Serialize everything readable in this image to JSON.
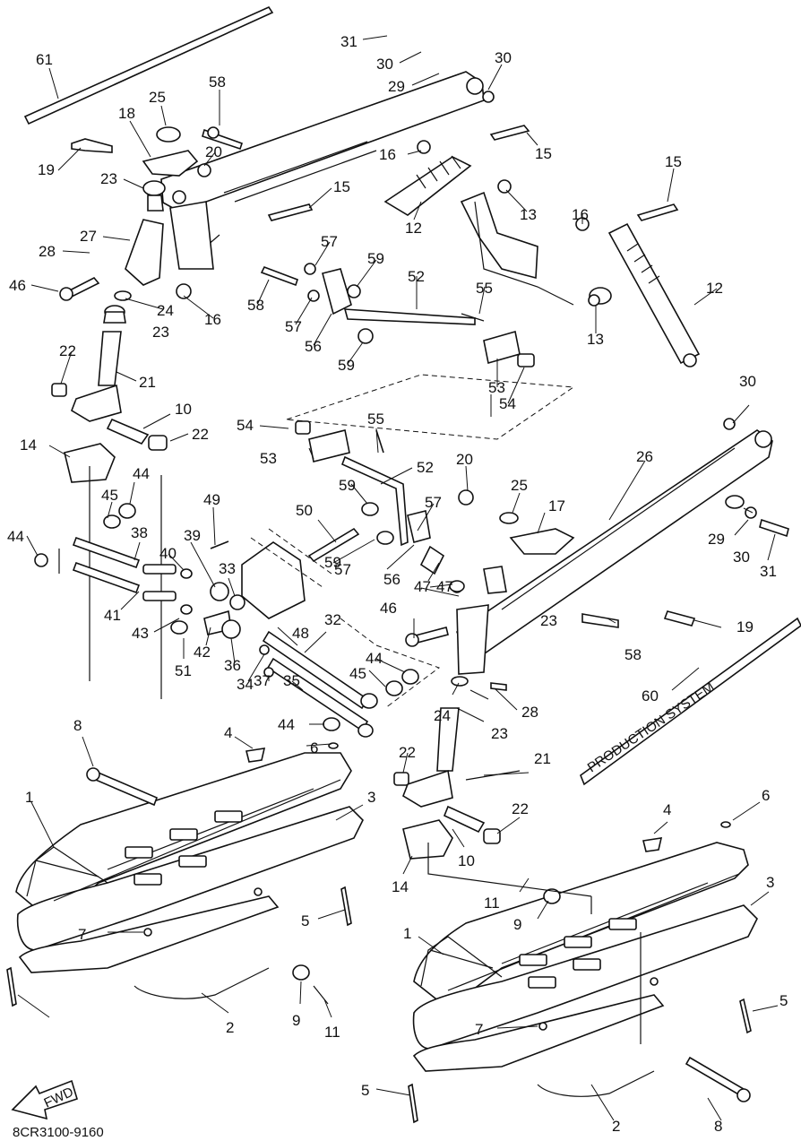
{
  "diagram": {
    "code": "8CR3100-9160",
    "fwd_label": "FWD",
    "decal_text": "PRODUCTION SYSTEM"
  },
  "callouts": [
    "31",
    "30",
    "29",
    "30",
    "61",
    "58",
    "25",
    "18",
    "20",
    "19",
    "23",
    "27",
    "28",
    "46",
    "24",
    "16",
    "16",
    "15",
    "12",
    "15",
    "13",
    "16",
    "15",
    "12",
    "13",
    "57",
    "59",
    "58",
    "57",
    "56",
    "59",
    "52",
    "55",
    "53",
    "54",
    "23",
    "22",
    "21",
    "10",
    "22",
    "14",
    "30",
    "26",
    "54",
    "55",
    "53",
    "52",
    "20",
    "25",
    "17",
    "49",
    "50",
    "59",
    "57",
    "59",
    "57",
    "56",
    "47",
    "45",
    "44",
    "44",
    "38",
    "40",
    "39",
    "33",
    "41",
    "43",
    "42",
    "36",
    "51",
    "48",
    "32",
    "34",
    "37",
    "35",
    "45",
    "44",
    "44",
    "46",
    "23",
    "58",
    "19",
    "29",
    "30",
    "31",
    "47",
    "24",
    "28",
    "23",
    "60",
    "8",
    "4",
    "6",
    "22",
    "21",
    "1",
    "3",
    "7",
    "5",
    "2",
    "9",
    "11",
    "14",
    "10",
    "22",
    "11",
    "9",
    "4",
    "6",
    "3",
    "1",
    "5",
    "7",
    "5",
    "2",
    "8"
  ]
}
